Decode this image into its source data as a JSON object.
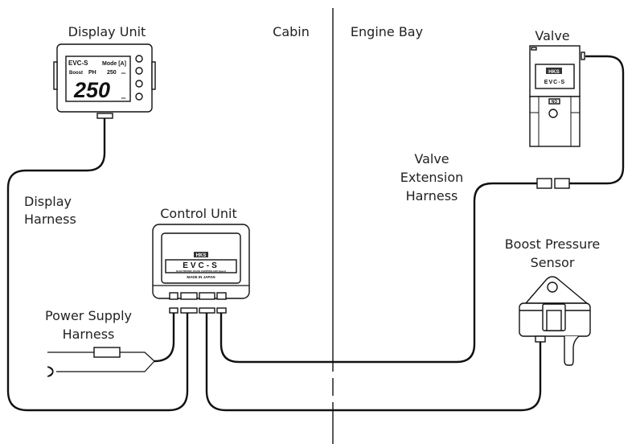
{
  "labels": {
    "display_unit": "Display Unit",
    "cabin": "Cabin",
    "engine_bay": "Engine Bay",
    "valve": "Valve",
    "valve_extension_harness": [
      "Valve",
      "Extension",
      "Harness"
    ],
    "display_harness": [
      "Display",
      "Harness"
    ],
    "control_unit": "Control Unit",
    "boost_pressure_sensor": [
      "Boost Pressure",
      "Sensor"
    ],
    "power_supply_harness": [
      "Power Supply",
      "Harness"
    ]
  },
  "display_screen": {
    "brand": "EVC-S",
    "mode": "Mode [A]",
    "boost_label": "Boost",
    "ph": "PH",
    "ph_value": "250",
    "unit": "kPa",
    "main_value": "250"
  },
  "control_unit_face": {
    "brand": "HKS",
    "model": "EVC-S",
    "subtitle": "ELECTRONIC VALVE CONTROLLER Speed",
    "made_in": "MADE IN JAPAN"
  },
  "valve_face": {
    "brand": "HKS",
    "model": "EVC-S",
    "port": "NO"
  }
}
